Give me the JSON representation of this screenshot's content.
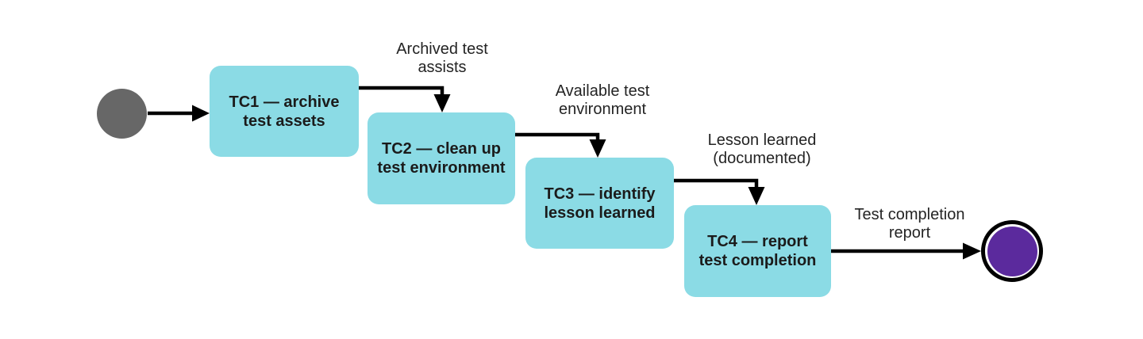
{
  "diagram_type": "activity-flow",
  "colors": {
    "box_fill": "#8bdbe5",
    "start_fill": "#676767",
    "end_fill": "#5b2a9d",
    "line": "#000000"
  },
  "nodes": {
    "tasks": [
      {
        "id": "tc1",
        "line1": "TC1 — archive",
        "line2": "test assets"
      },
      {
        "id": "tc2",
        "line1": "TC2 — clean up",
        "line2": "test environment"
      },
      {
        "id": "tc3",
        "line1": "TC3 — identify",
        "line2": "lesson learned"
      },
      {
        "id": "tc4",
        "line1": "TC4 — report",
        "line2": "test completion"
      }
    ]
  },
  "edge_labels": [
    {
      "line1": "Archived test",
      "line2": "assists"
    },
    {
      "line1": "Available test",
      "line2": "environment"
    },
    {
      "line1": "Lesson learned",
      "line2": "(documented)"
    },
    {
      "line1": "Test completion",
      "line2": "report"
    }
  ]
}
